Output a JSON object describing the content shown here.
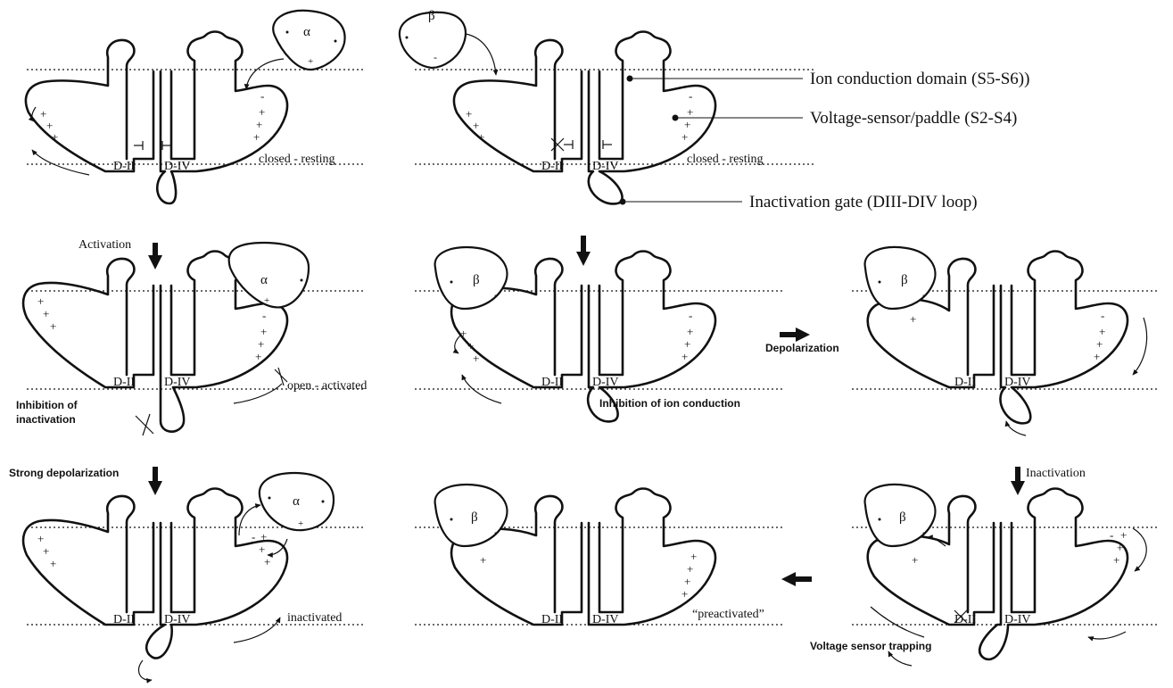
{
  "colors": {
    "ink": "#111111",
    "background": "#ffffff"
  },
  "labels": {
    "domain_left": "D-II",
    "domain_right": "D-IV",
    "alpha": "α",
    "beta": "β",
    "plus": "+",
    "minus": "-"
  },
  "legend": {
    "ion_conduction": "Ion conduction domain (S5-S6))",
    "voltage_sensor": "Voltage-sensor/paddle (S2-S4)",
    "inactivation_gate": "Inactivation gate (DIII-DIV loop)"
  },
  "states": {
    "closed_resting": "closed - resting",
    "open_activated": "open - activated",
    "inactivated": "inactivated",
    "preactivated": "“preactivated”"
  },
  "transitions": {
    "activation": "Activation",
    "strong_depolarization": "Strong depolarization",
    "depolarization": "Depolarization",
    "inactivation": "Inactivation"
  },
  "effects": {
    "inhibition_inactivation_1": "Inhibition of",
    "inhibition_inactivation_2": "inactivation",
    "inhibition_ion_conduction": "Inhibition of ion conduction",
    "voltage_sensor_trapping": "Voltage sensor trapping"
  }
}
